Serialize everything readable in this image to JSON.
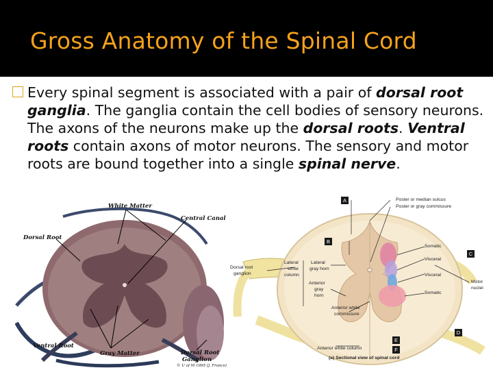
{
  "slide": {
    "title": "Gross Anatomy of the Spinal Cord",
    "body": {
      "t1": "Every spinal segment is associated with a pair of ",
      "e1": "dorsal root ganglia",
      "t2": ".  The ganglia contain the cell bodies of sensory neurons.  The axons of the neurons make up the ",
      "e2": "dorsal roots",
      "t3": ".  ",
      "e3": "Ventral roots",
      "t4": " contain axons of motor neurons.  The sensory and motor roots are bound together into a single ",
      "e4": "spinal nerve",
      "t5": "."
    }
  },
  "left_figure": {
    "labels": {
      "white_matter": "White Matter",
      "central_canal": "Central Canal",
      "dorsal_root": "Dorsal Root",
      "ventral_root": "Ventral Root",
      "gray_matter": "Gray Matter",
      "ganglion_1": "Dorsal Root",
      "ganglion_2": "Ganglion",
      "copyright": "© U of M 1995 (J. Franco)"
    }
  },
  "right_figure": {
    "boxes": {
      "a": "A",
      "b": "B",
      "c": "C",
      "d": "D",
      "e": "E",
      "f": "F"
    },
    "labels": {
      "post_sulcus": "Poster or median sulcus",
      "post_commissure": "Poster or gray commissure",
      "somatic_top": "Somatic",
      "visceral_top": "Visceral",
      "visceral_bottom": "Visceral",
      "somatic_bottom": "Somatic",
      "motor_nuclei_1": "Motor",
      "motor_nuclei_2": "nuclei",
      "dorsal_root_1": "Dorsal root",
      "dorsal_root_2": "ganglion",
      "lat_white_1": "Lateral",
      "lat_white_2": "white",
      "lat_white_3": "column",
      "lat_gray_1": "Lateral",
      "lat_gray_2": "gray horn",
      "ant_gray_1": "Anterior",
      "ant_gray_2": "gray",
      "ant_gray_3": "horn",
      "ant_comm_1": "Anterior white",
      "ant_comm_2": "commissure",
      "ant_white_col": "Anterior white column",
      "caption": "(a) Sectional view of spinal cord"
    }
  }
}
